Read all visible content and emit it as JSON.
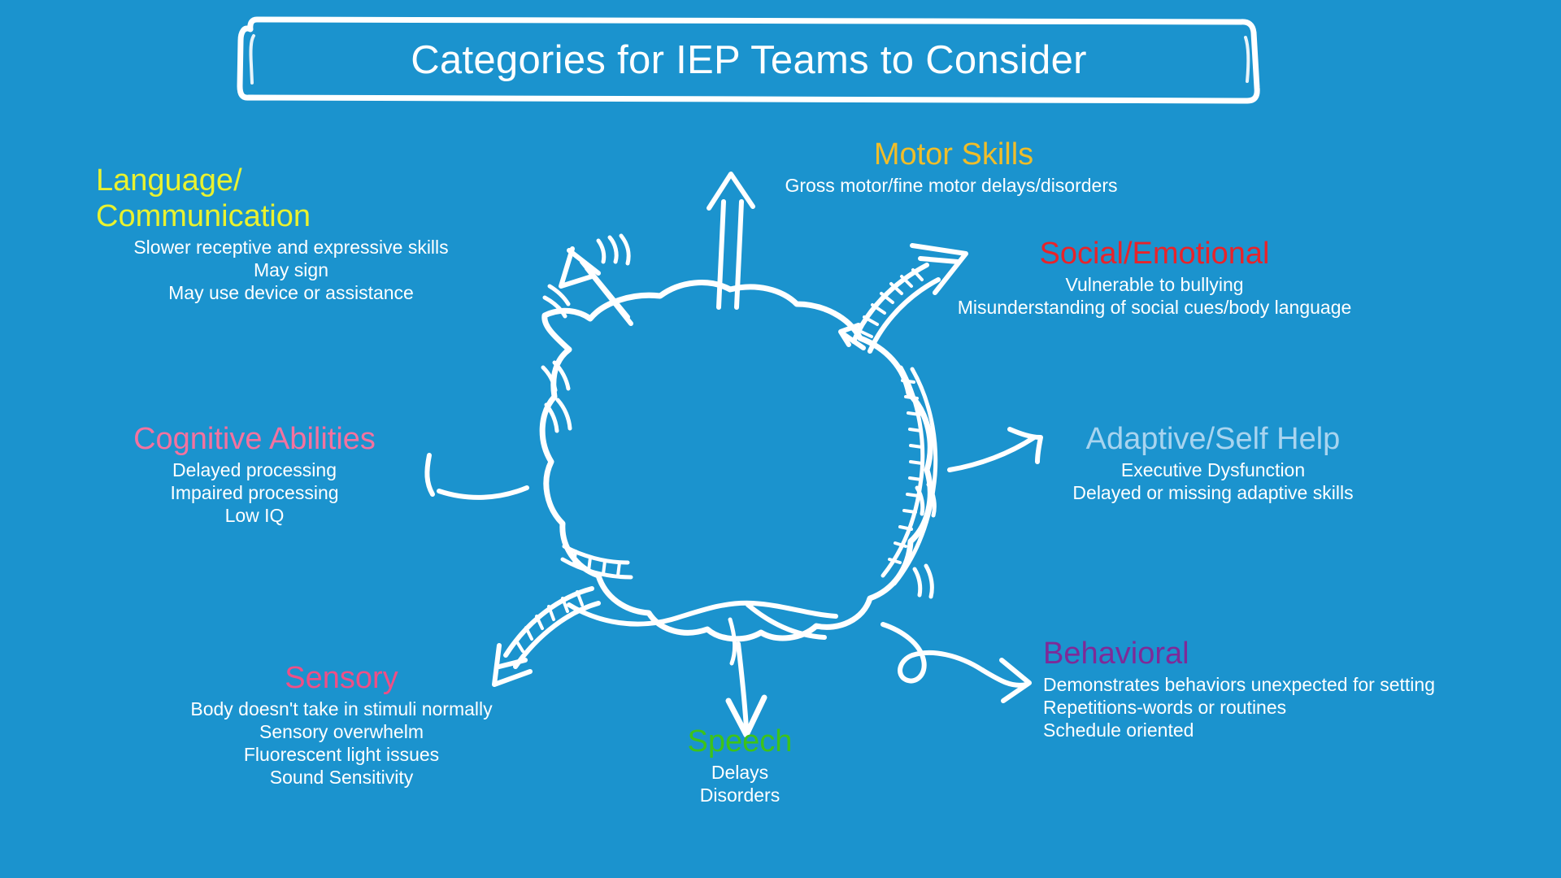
{
  "background_color": "#1b93ce",
  "header": {
    "title": "Categories for IEP Teams to Consider",
    "title_color": "#ffffff",
    "frame_color": "#ffffff"
  },
  "categories": [
    {
      "id": "language",
      "title": "Language/\nCommunication",
      "color": "#eaf22e",
      "lines": [
        "Slower receptive and expressive skills",
        "May sign",
        "May use device or assistance"
      ]
    },
    {
      "id": "motor",
      "title": "Motor Skills",
      "color": "#f0bd29",
      "lines": [
        "Gross motor/fine motor delays/disorders"
      ]
    },
    {
      "id": "social",
      "title": "Social/Emotional",
      "color": "#e8232a",
      "lines": [
        "Vulnerable to bullying",
        "Misunderstanding of social cues/body language"
      ]
    },
    {
      "id": "cognitive",
      "title": "Cognitive Abilities",
      "color": "#f4729f",
      "lines": [
        "Delayed processing",
        "Impaired processing",
        "Low IQ"
      ]
    },
    {
      "id": "adaptive",
      "title": "Adaptive/Self Help",
      "color": "#a8d4ef",
      "lines": [
        "Executive Dysfunction",
        "Delayed or missing adaptive skills"
      ]
    },
    {
      "id": "sensory",
      "title": "Sensory",
      "color": "#ef4f86",
      "lines": [
        "Body doesn't take in stimuli normally",
        "Sensory overwhelm",
        "Fluorescent light issues",
        "Sound Sensitivity"
      ]
    },
    {
      "id": "speech",
      "title": "Speech",
      "color": "#3dc319",
      "lines": [
        "Delays",
        "Disorders"
      ]
    },
    {
      "id": "behavioral",
      "title": "Behavioral",
      "color": "#7e2a98",
      "lines": [
        "Demonstrates behaviors unexpected for setting",
        "Repetitions-words or routines",
        "Schedule oriented"
      ]
    }
  ],
  "artwork": {
    "center_illustration": "hand-drawn-brain",
    "arrows": [
      "arrow-to-language",
      "arrow-to-motor",
      "arrow-to-social",
      "arrow-to-cognitive",
      "arrow-to-adaptive",
      "arrow-to-sensory",
      "arrow-to-speech",
      "arrow-to-behavioral"
    ],
    "ink_color": "#ffffff"
  }
}
